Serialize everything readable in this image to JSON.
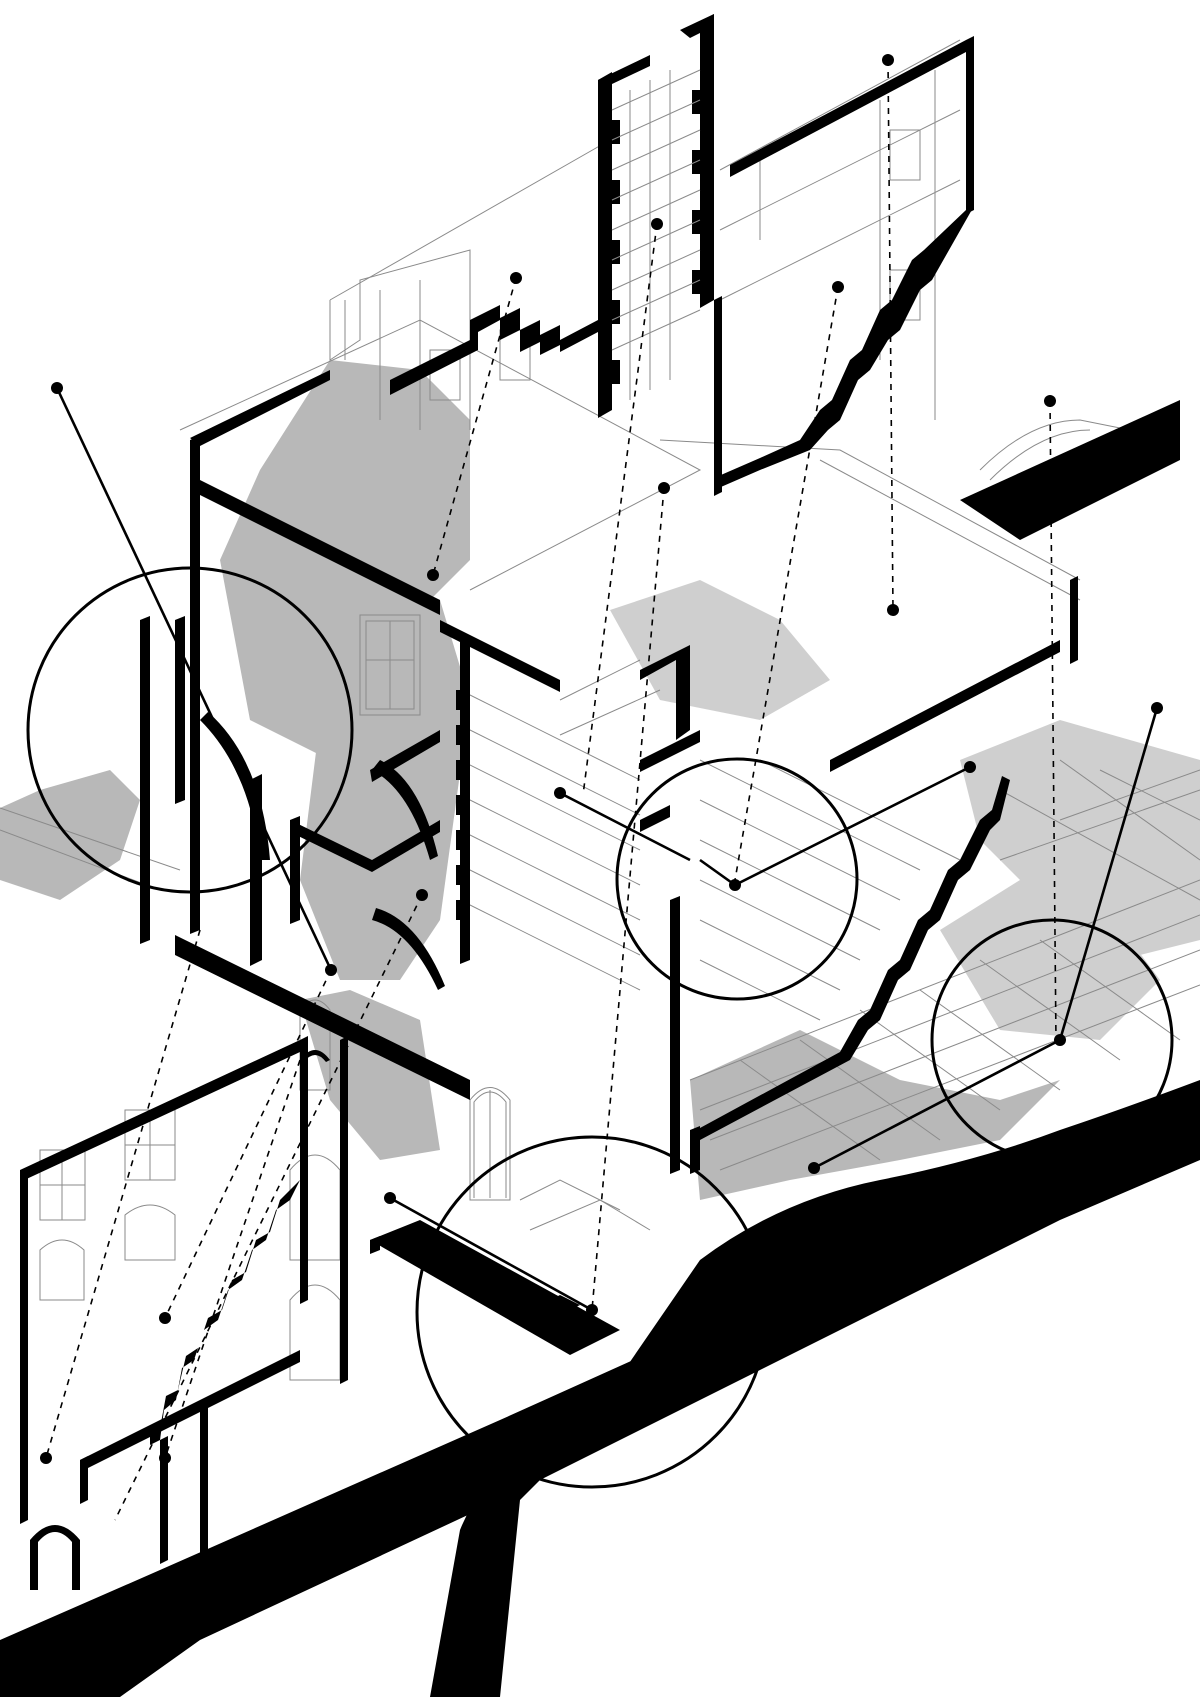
{
  "drawing": {
    "kind": "axonometric-section",
    "colors": {
      "ink": "#000000",
      "shadow": "#b8b8b8",
      "light_shadow": "#cfcfcf",
      "linework": "#8a8a8a",
      "paper": "#ffffff"
    },
    "callout_rings": 5,
    "leader_dots": 16
  }
}
